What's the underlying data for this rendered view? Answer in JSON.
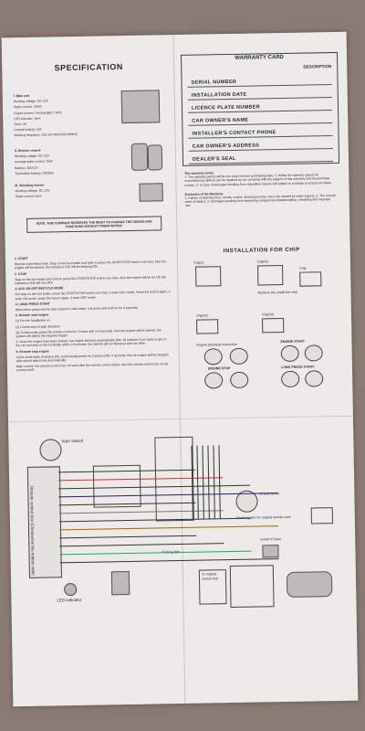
{
  "specification": {
    "title": "SPECIFICATION",
    "main_unit": [
      "I. Main unit",
      "Working voltage: DC 12V",
      "Static current: 10mA",
      "Output current: Turning light 7.5A/1",
      "LED indicator: 3mA",
      "Siren: 2A",
      "Central locking: 15A",
      "Working frequency: 315.315 MHZ/433.92MHZ"
    ],
    "remote": [
      "II. Remote control",
      "Working voltage: DC 12V",
      "Average static current: 8mA",
      "Battery: 23A/12V",
      "Transmitter battery: CR2032"
    ],
    "shock": [
      "III. Shocking sensor",
      "Working voltage: DC 12V",
      "Static current: 1mA"
    ],
    "note": "NOTE: THIS COMPANY RESERVES THE RIGHT TO CHANGE THE DESIGN AND FUNCTIONS WITHOUT PRIOR NOTICE."
  },
  "warranty": {
    "title": "WARRANTY CARD",
    "description_header": "DESCRIPTION",
    "fields": [
      "SERIAL NUMBER",
      "INSTALLATION DATE",
      "LICENCE PLATE NUMBER",
      "CAR OWNER'S NAME",
      "INSTALLER'S CONTACT PHONE",
      "CAR OWNER'S ADDRESS",
      "DEALER'S SEAL"
    ],
    "terms_title": "The warranty terms:",
    "terms": "1. The warranty period will be one year from the purchasing date. 2. Within the warranty period all manufacturing defects can be repaired by our company with the support of this warranty and the purchase invoice. 3. In case of damages resulting from unjustified misuse will subject to a charge at actual cost basis.",
    "exclusion_title": "Exclusion of the Warranty",
    "exclusion": "1. Failure of warning siren, remote control, shocking sensor, main unit caused by water ingress. 2. The normal wear of battery. 3. Damages resulting from tampering, unapproved disassembling, rebuilding and improper use."
  },
  "instructions": {
    "items": [
      "1. START",
      "Remote controlled mode: Step on the foot brake and hold on press the START/STOP button one time, then the engine will be started, the indication LED will be keeping ON.",
      "2. STOP",
      "Step on the foot brake and hold on press the START/STOP button one time, then the engine will be cut off, the indication LED will turn OFF.",
      "3. ACC ON OFF RECYCLE MODE",
      "Not step on the foot brake, press the START/STOP button one time, it enter ACC mode. Press the button again, it enter ON mode, press the button again, it enter OFF mode.",
      "4. LONG PRESS START",
      "When short press remote start engine in cold winter. Car press and hold on for 3 seconds.",
      "5. Remote start engine",
      "(1) Put the handbrake on.",
      "(2) Connecting oil path detection.",
      "(3) Continuously press the remote control for 3 times with in 5 seconds, then the engine will be started, the system will detect the negative trigger.",
      "4. Once the engine have been started, the engine will stop automatically after 10 minutes if you have to get on the car and step on the footbrake within 10 minutes, the vehicle will not flameout and can drive.",
      "6. Remote stop engine",
      "In the mode state of engine ON, continuously press for 3 times within 5 seconds, the car engine will be stopped, with central alarm lock automatically.",
      "Main control: the remote control can not work after the remote control starts, then the remote control can not be turned on/off."
    ]
  },
  "chip": {
    "title": "INSTALLATION FOR CHIP",
    "labels": [
      "Chip(I)",
      "Chip(II)",
      "Chip",
      "Remove the install the chip",
      "Chip(III)",
      "Chip(IV)",
      "Engine start/stop instruction",
      "ENGINE START",
      "ENGINE STOP",
      "LONG PRESS START"
    ]
  },
  "wiring": {
    "start_switch": "Start Switch",
    "oil_path": "oil path pump",
    "checking": "Checking line for original remote card",
    "led_indicator": "LED indicator",
    "install_siren": "Install of Siren",
    "parking_light": "Parking light",
    "control_box": "Remote control box (Chinese/ve the bottom side)",
    "bottom_note": "To original central lock"
  },
  "colors": {
    "paper": "#ecebe9",
    "background": "#8a7a74",
    "ink": "#2a2a2a"
  }
}
